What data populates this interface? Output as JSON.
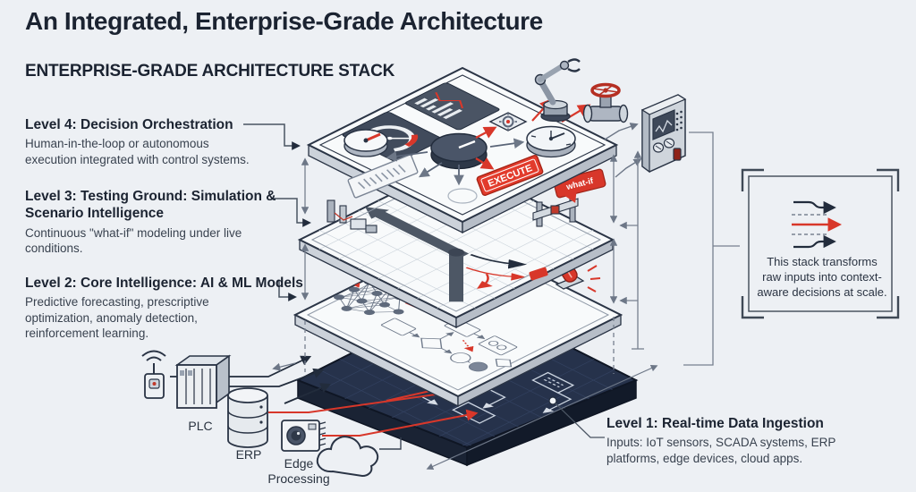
{
  "page": {
    "title": "An Integrated, Enterprise-Grade Architecture",
    "subtitle": "ENTERPRISE-GRADE ARCHITECTURE STACK"
  },
  "levels": [
    {
      "heading": "Level 4: Decision Orchestration",
      "description": "Human-in-the-loop or autonomous execution integrated with control systems."
    },
    {
      "heading": "Level 3: Testing Ground: Simulation & Scenario Intelligence",
      "description": "Continuous \"what-if\" modeling under live conditions."
    },
    {
      "heading": "Level 2: Core Intelligence: AI & ML Models",
      "description": "Predictive forecasting, prescriptive optimization, anomaly detection, reinforcement learning."
    },
    {
      "heading": "Level 1: Real-time Data Ingestion",
      "description": "Inputs: IoT sensors, SCADA systems, ERP platforms, edge devices, cloud apps."
    }
  ],
  "stack": {
    "execute_label": "EXECUTE",
    "what_if_label": "what-if"
  },
  "sources": {
    "plc_label": "PLC",
    "erp_label": "ERP",
    "edge_label": "Edge Processing"
  },
  "callout": {
    "text": "This stack transforms raw inputs into context-aware decisions at scale."
  },
  "colors": {
    "background": "#edf0f4",
    "ink": "#1b2331",
    "body_text": "#39424f",
    "accent_red": "#d8372a",
    "layer_face": "#f8fafb",
    "layer_edge": "#2a3445",
    "dark_slab": "#26324b",
    "dim_line": "#6d7787"
  },
  "icons": {
    "wifi_sensor": "iot-wireless-sensor-icon",
    "plc": "plc-controller-icon",
    "erp": "erp-database-icon",
    "edge_camera": "edge-camera-module-icon",
    "cloud": "cloud-icon",
    "robot_arm": "robot-arm-icon",
    "valve": "industrial-valve-icon",
    "control_panel": "control-panel-device-icon",
    "gauge": "gauge-icon",
    "gear": "gear-icon",
    "siren": "alert-siren-icon",
    "transform_arrows": "converging-arrows-icon"
  }
}
